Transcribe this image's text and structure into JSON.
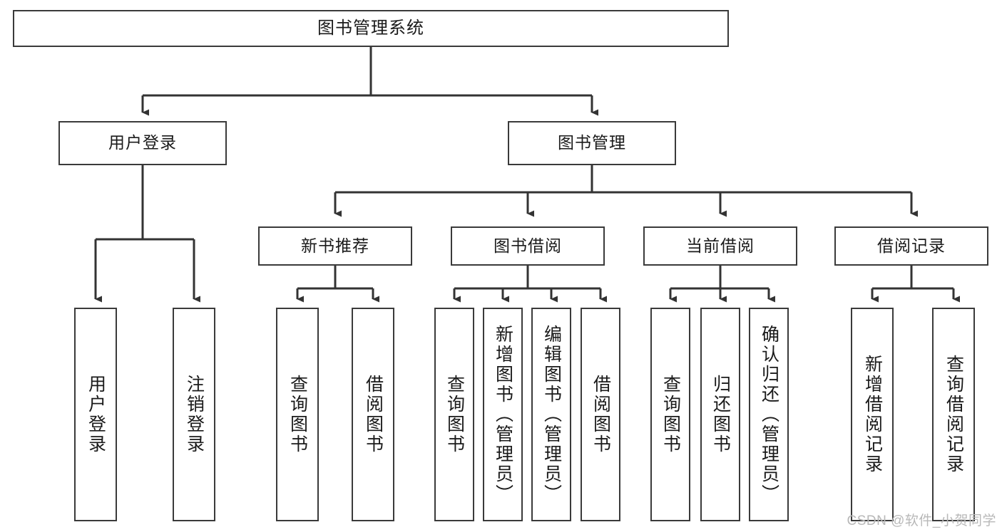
{
  "diagram": {
    "title": "图书管理系统",
    "type": "tree-hierarchy",
    "watermark": "CSDN @软件_小贺同学",
    "colors": {
      "border": "#3a3a3a",
      "text": "#1a1a1a",
      "background": "#ffffff",
      "connector": "#333333",
      "watermark": "#b8b8b8"
    },
    "root": {
      "label": "图书管理系统"
    },
    "level2": [
      {
        "label": "用户登录"
      },
      {
        "label": "图书管理"
      }
    ],
    "level3": [
      {
        "label": "新书推荐"
      },
      {
        "label": "图书借阅"
      },
      {
        "label": "当前借阅"
      },
      {
        "label": "借阅记录"
      }
    ],
    "leaves": {
      "user_login": [
        {
          "label": "用户登录"
        },
        {
          "label": "注销登录"
        }
      ],
      "new_book_recommend": [
        {
          "label": "查询图书"
        },
        {
          "label": "借阅图书"
        }
      ],
      "book_borrow": [
        {
          "label": "查询图书"
        },
        {
          "label": "新增图书（管理员）"
        },
        {
          "label": "编辑图书（管理员）"
        },
        {
          "label": "借阅图书"
        }
      ],
      "current_borrow": [
        {
          "label": "查询图书"
        },
        {
          "label": "归还图书"
        },
        {
          "label": "确认归还（管理员）"
        }
      ],
      "borrow_record": [
        {
          "label": "新增借阅记录"
        },
        {
          "label": "查询借阅记录"
        }
      ]
    }
  }
}
